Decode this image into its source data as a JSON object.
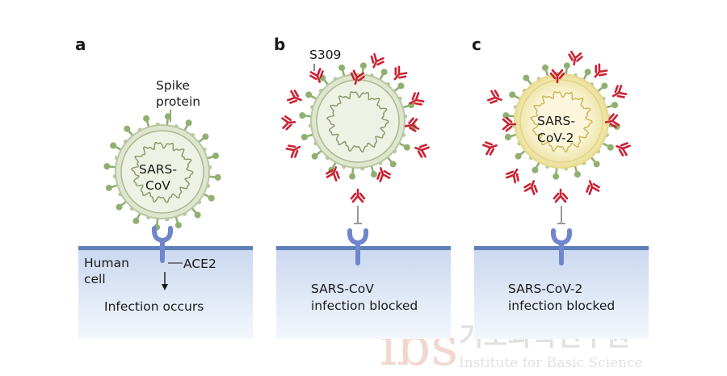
{
  "panels": [
    {
      "letter": "a",
      "spike_label_line1": "Spike",
      "spike_label_line2": "protein",
      "virus_label_line1": "SARS-",
      "virus_label_line2": "CoV",
      "cell_label_line1": "Human",
      "cell_label_line2": "cell",
      "receptor_label": "ACE2",
      "outcome_line1": "Infection occurs",
      "outcome_line2": ""
    },
    {
      "letter": "b",
      "antibody_label": "S309",
      "outcome_line1": "SARS-CoV",
      "outcome_line2": "infection blocked"
    },
    {
      "letter": "c",
      "virus_label_line1": "SARS-",
      "virus_label_line2": "CoV-2",
      "outcome_line1": "SARS-CoV-2",
      "outcome_line2": "infection blocked"
    }
  ],
  "watermark": {
    "logo_text": "ibs",
    "korean_name": "기초과학연구원",
    "english_name": "Institute for Basic Science"
  },
  "colors": {
    "virus_fill": "#dfe6cf",
    "virus_inner": "#eef2e4",
    "virus_fill_cov2": "#f6efc6",
    "virus_ring_cov2": "#e6d98a",
    "spike": "#8fb070",
    "antibody": "#cc2233",
    "receptor": "#6f86cc",
    "membrane": "#5e7fb8",
    "cell_top": "#cbd9f0",
    "cell_bottom": "#f3f7fd"
  }
}
